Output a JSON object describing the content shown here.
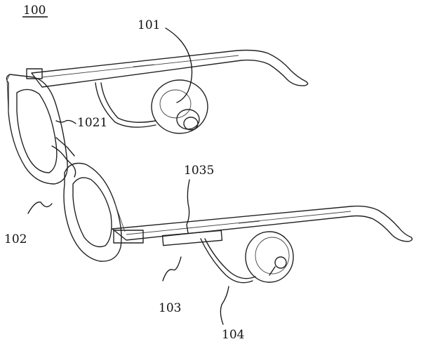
{
  "figure": {
    "number": "100",
    "labels": {
      "l101": "101",
      "l1021": "1021",
      "l1035": "1035",
      "l102": "102",
      "l103": "103",
      "l104": "104"
    },
    "parts": [
      "glasses-frame",
      "upper-temple-arm",
      "lower-temple-arm",
      "left-rim",
      "right-rim",
      "bridge",
      "upper-earbud",
      "lower-earbud",
      "temple-module"
    ]
  }
}
